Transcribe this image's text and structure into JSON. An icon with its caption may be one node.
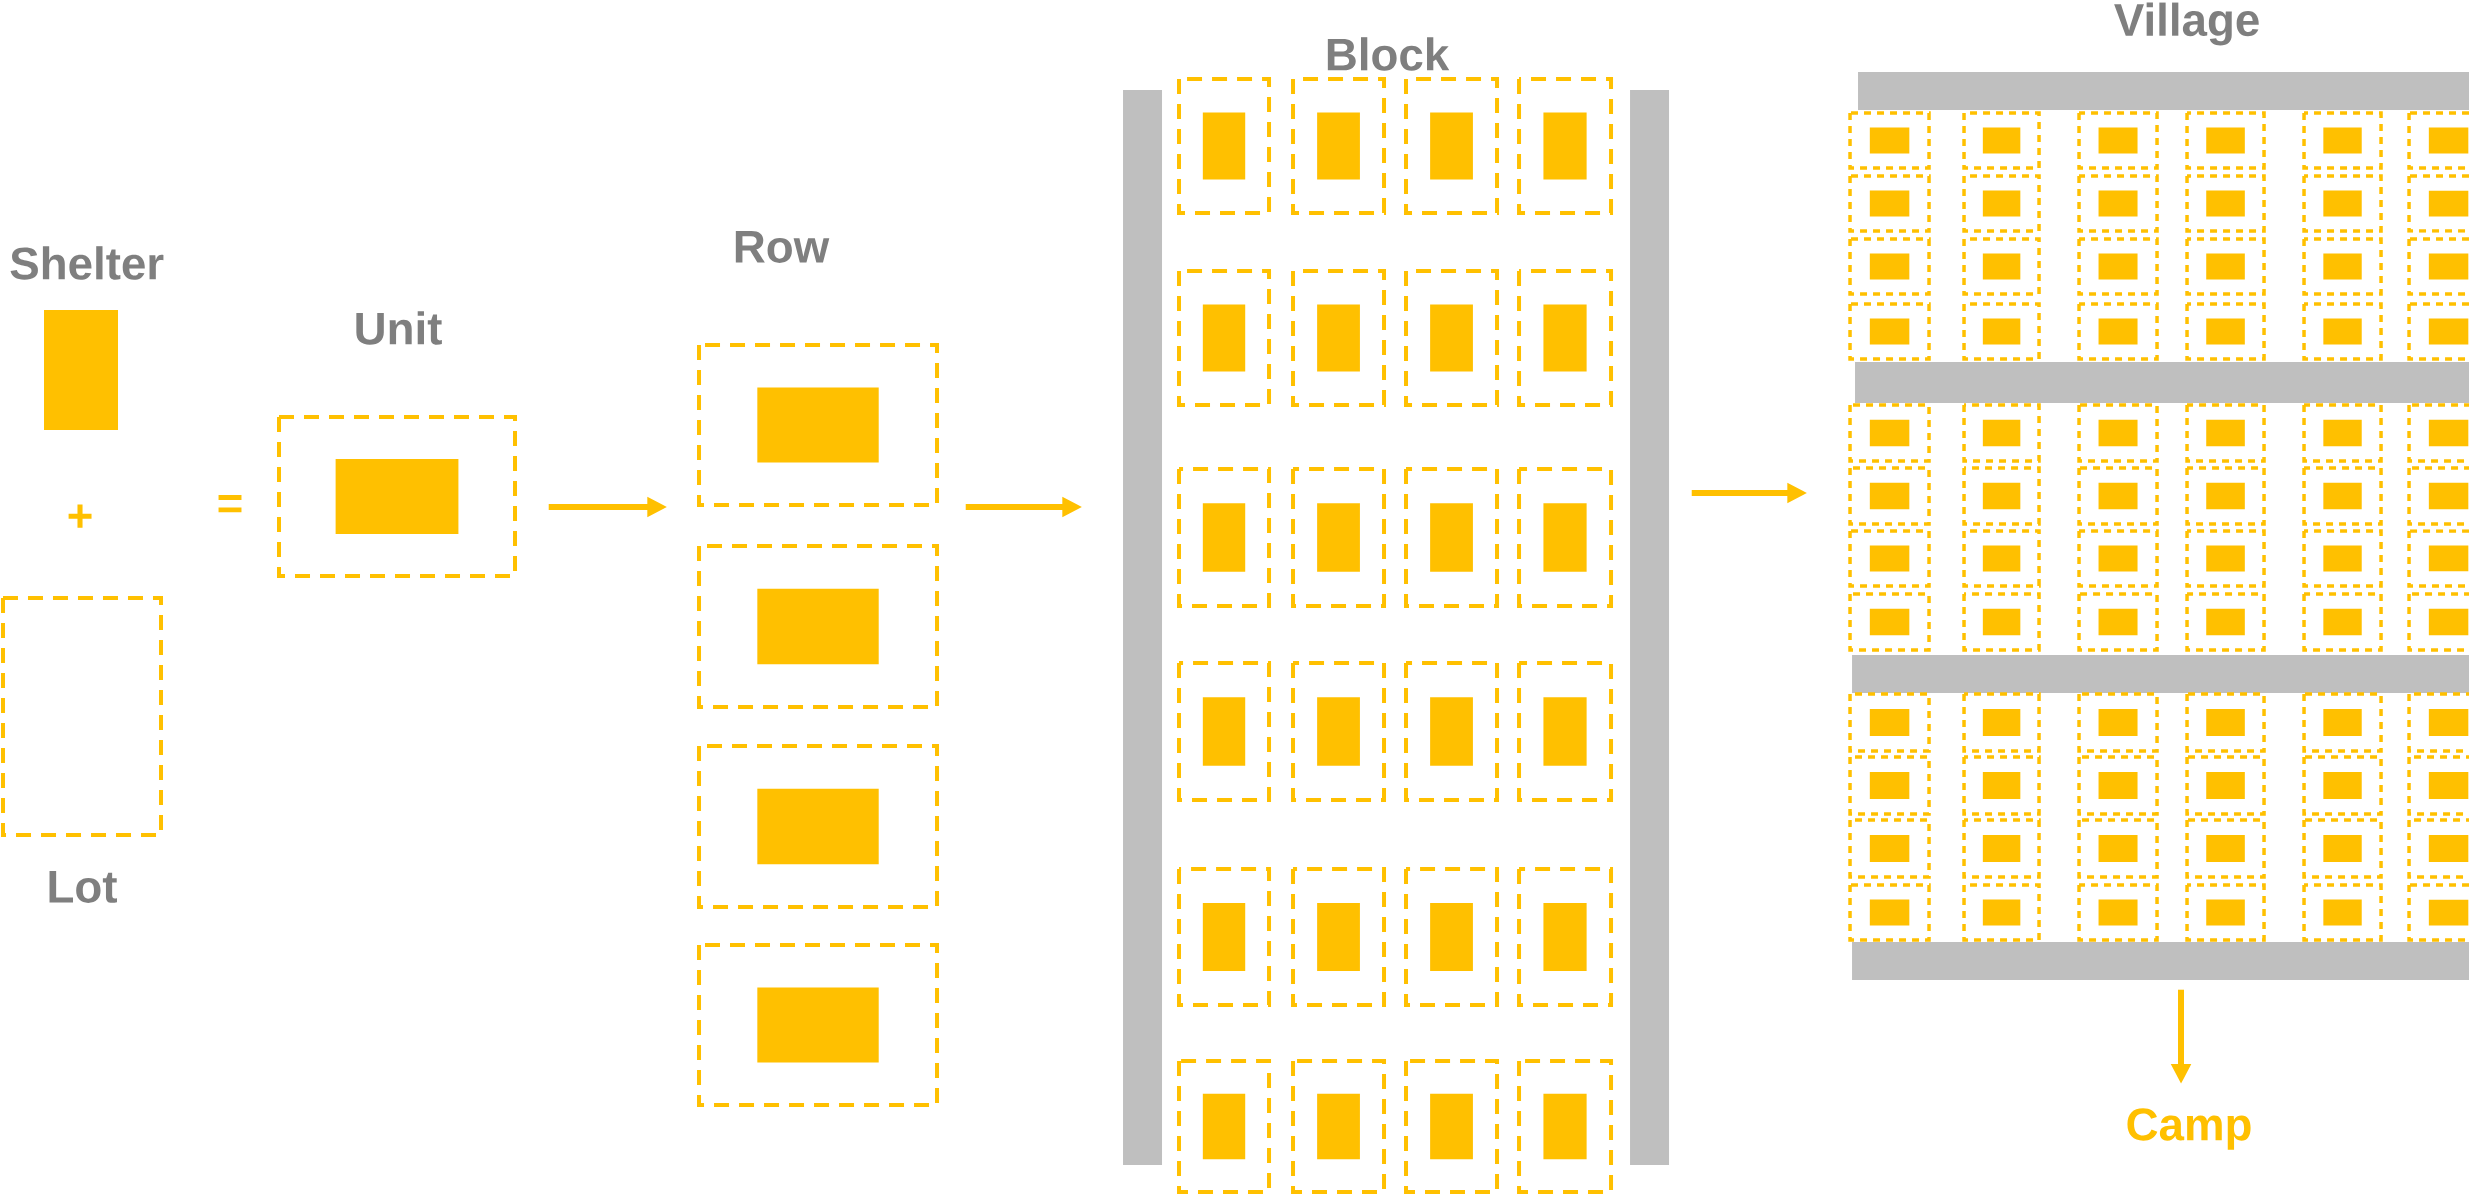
{
  "diagram": {
    "nodes": [
      {
        "text": [
          "Shelter"
        ]
      },
      {
        "text": [
          "Lot"
        ]
      },
      {
        "text": [
          "Unit"
        ]
      },
      {
        "text": [
          "Row"
        ]
      },
      {
        "text": [
          "Block"
        ]
      },
      {
        "text": [
          "Village"
        ]
      },
      {
        "text": [
          "Camp"
        ]
      }
    ],
    "edges": [
      {
        "from": 2,
        "to": 3,
        "arrow": "to"
      },
      {
        "from": 3,
        "to": 4,
        "arrow": "to"
      },
      {
        "from": 4,
        "to": 5,
        "arrow": "to"
      },
      {
        "from": 5,
        "to": 6,
        "arrow": "to"
      }
    ],
    "labels": [
      "+",
      "="
    ]
  }
}
